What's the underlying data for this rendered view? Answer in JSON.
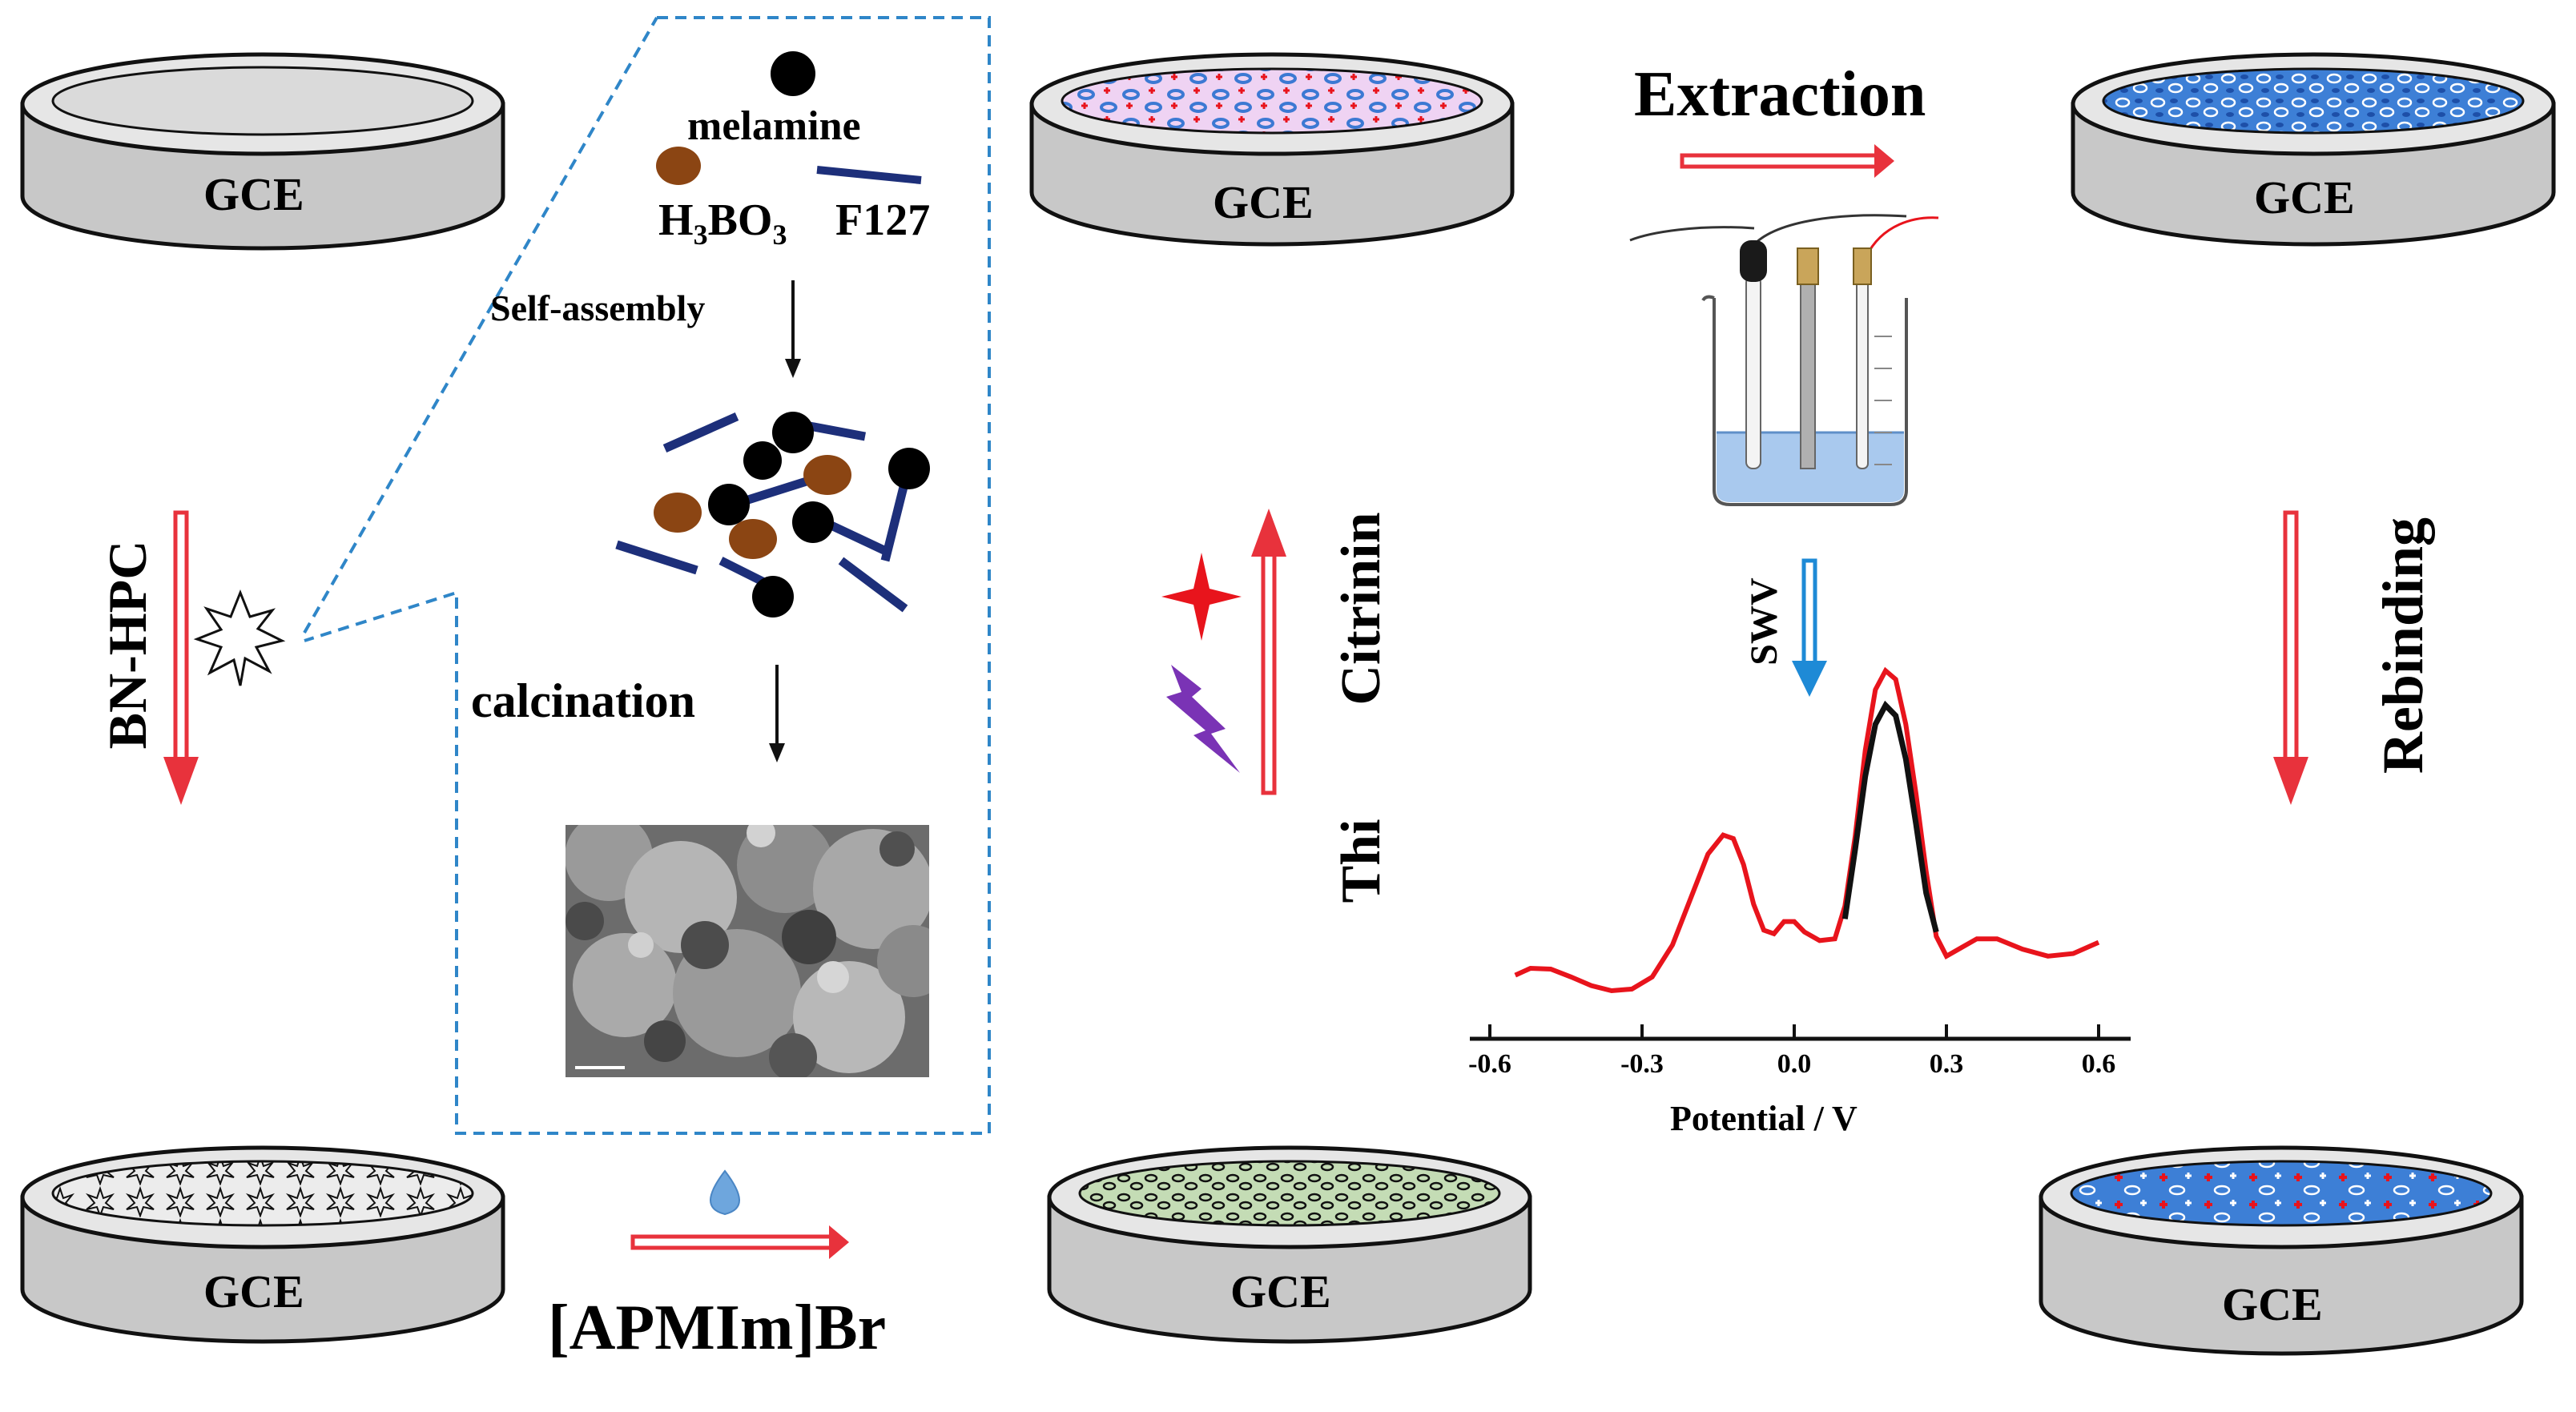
{
  "electrode_label": "GCE",
  "inset": {
    "melamine": "melamine",
    "h3bo3_main": "H",
    "h3bo3_sub3a": "3",
    "h3bo3_bo": "BO",
    "h3bo3_sub3b": "3",
    "f127": "F127",
    "self_assembly": "Self-assembly",
    "calcination": "calcination"
  },
  "steps": {
    "bnhpc": "BN-HPC",
    "apmim": "[APMIm]Br",
    "thi": "Thi",
    "citrinin": "Citrinin",
    "extraction": "Extraction",
    "swv": "SWV",
    "rebinding": "Rebinding"
  },
  "chart_data": {
    "type": "line",
    "title": "",
    "xlabel": "Potential / V",
    "ylabel": "",
    "xlim": [
      -0.6,
      0.6
    ],
    "xticks": [
      "-0.6",
      "-0.3",
      "0.0",
      "0.3",
      "0.6"
    ],
    "xtick_values": [
      -0.6,
      -0.3,
      0.0,
      0.3,
      0.6
    ],
    "series": [
      {
        "color": "#e8141c",
        "x": [
          -0.55,
          -0.52,
          -0.48,
          -0.44,
          -0.4,
          -0.36,
          -0.32,
          -0.28,
          -0.24,
          -0.2,
          -0.17,
          -0.14,
          -0.12,
          -0.1,
          -0.08,
          -0.06,
          -0.04,
          -0.02,
          0.0,
          0.02,
          0.05,
          0.08,
          0.1,
          0.12,
          0.14,
          0.16,
          0.18,
          0.2,
          0.22,
          0.24,
          0.26,
          0.28,
          0.3,
          0.33,
          0.36,
          0.4,
          0.45,
          0.5,
          0.55,
          0.6
        ],
        "y": [
          0.3,
          0.38,
          0.37,
          0.28,
          0.18,
          0.12,
          0.14,
          0.28,
          0.65,
          1.25,
          1.7,
          1.92,
          1.88,
          1.58,
          1.12,
          0.82,
          0.78,
          0.92,
          0.92,
          0.8,
          0.7,
          0.72,
          1.1,
          1.9,
          2.9,
          3.6,
          3.82,
          3.72,
          3.2,
          2.4,
          1.5,
          0.75,
          0.52,
          0.62,
          0.72,
          0.72,
          0.6,
          0.52,
          0.55,
          0.68
        ]
      },
      {
        "color": "#111111",
        "x": [
          0.1,
          0.12,
          0.14,
          0.16,
          0.18,
          0.2,
          0.22,
          0.24,
          0.26,
          0.28
        ],
        "y": [
          0.95,
          1.75,
          2.6,
          3.2,
          3.42,
          3.3,
          2.8,
          2.05,
          1.25,
          0.8
        ]
      }
    ]
  },
  "colors": {
    "arrow_red": "#e8323c",
    "arrow_blue": "#1e8ad6",
    "dish_gray": "#c8c8c8",
    "inset_border": "#2f86c8",
    "molecule_dark_blue": "#1d2f7a",
    "molecule_brown": "#8b4513",
    "beaker_liquid": "#a9c9ee",
    "star_red": "#e8141c",
    "lightning_purple": "#7a33b5",
    "droplet_blue": "#6ea6dd"
  }
}
